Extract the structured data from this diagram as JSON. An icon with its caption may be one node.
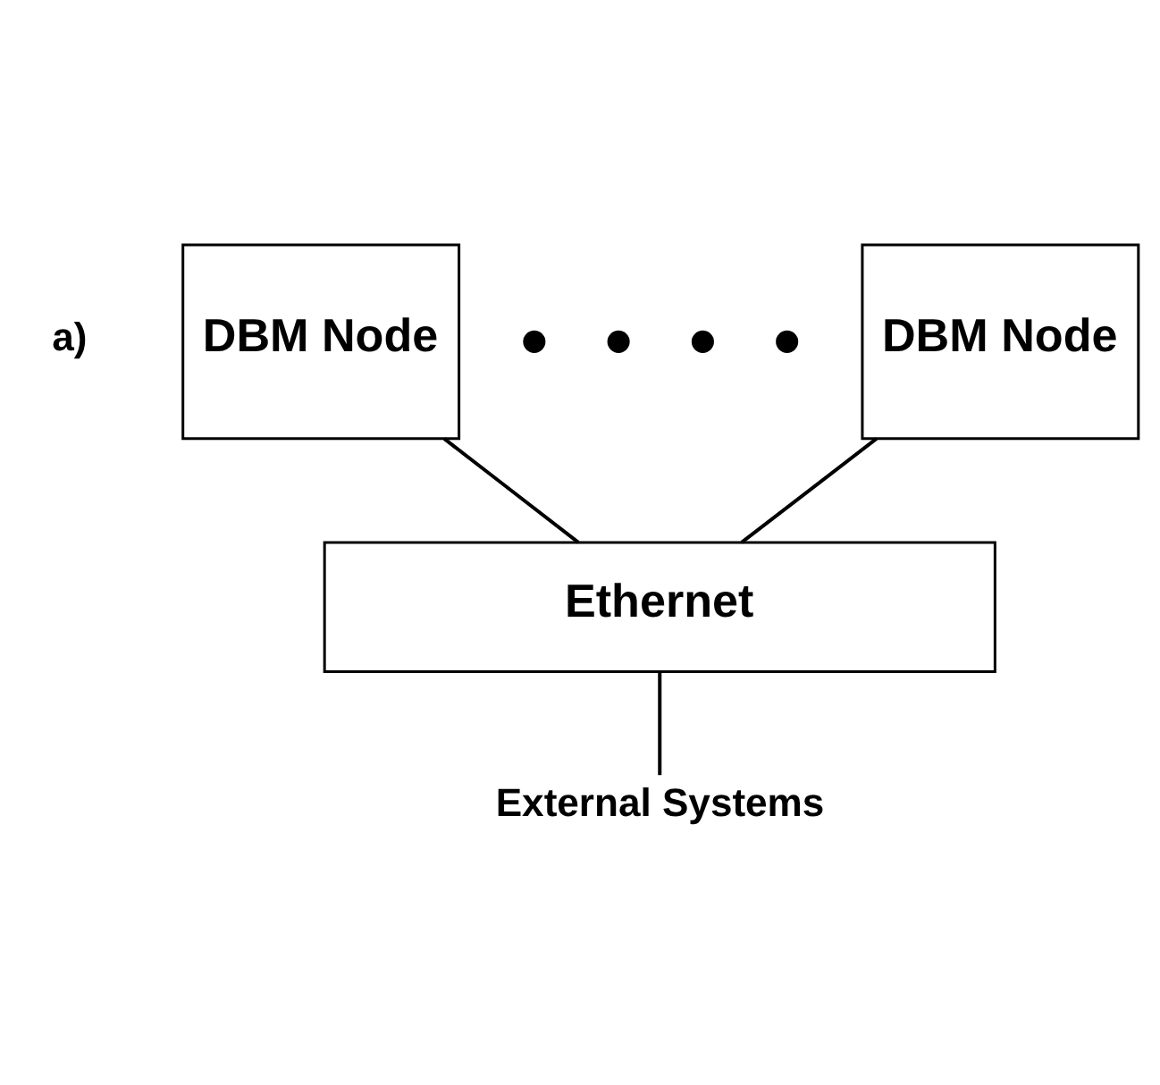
{
  "diagram": {
    "nodes": [
      {
        "text": [
          "DBM Node"
        ]
      },
      {
        "text": [
          "DBM Node"
        ]
      },
      {
        "text": [
          "Ethernet"
        ]
      },
      {
        "text": [
          "External Systems"
        ]
      }
    ],
    "edges": [
      {
        "from": 0,
        "to": 2,
        "arrow": "none"
      },
      {
        "from": 1,
        "to": 2,
        "arrow": "none"
      },
      {
        "from": 2,
        "to": 3,
        "arrow": "none"
      }
    ],
    "labels": [
      "a)"
    ]
  }
}
